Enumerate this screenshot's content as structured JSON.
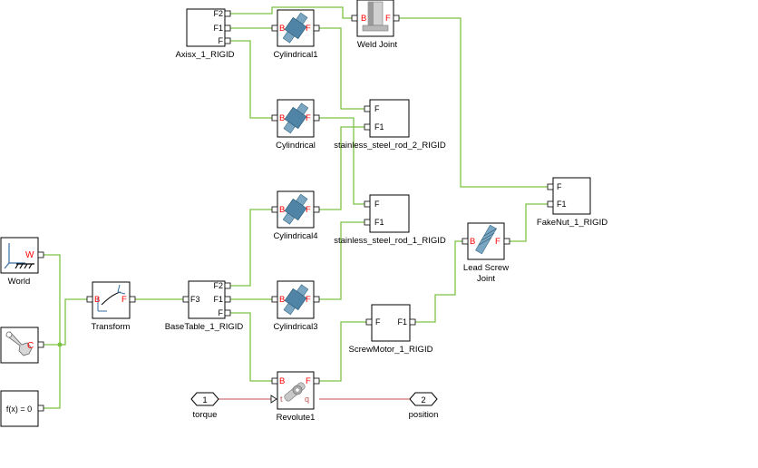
{
  "colors": {
    "physical_wire": "#7dc243",
    "signal_wire": "#c0504d",
    "block_border": "#000000",
    "port_red": "#ff0000",
    "joint_body": "#5b8fb0"
  },
  "blocks": {
    "world": {
      "label": "World",
      "port_w": "W",
      "icon": "world-frame-icon"
    },
    "solver": {
      "label": "",
      "port_c": "C",
      "icon": "wrench-icon"
    },
    "fx": {
      "text": "f(x) = 0"
    },
    "transform": {
      "label": "Transform",
      "port_b": "B",
      "port_f": "F",
      "icon": "transform-axes-icon"
    },
    "basetable": {
      "label": "BaseTable_1_RIGID",
      "p_f3": "F3",
      "p_f2": "F2",
      "p_f1": "F1",
      "p_f": "F"
    },
    "axisx": {
      "label": "Axisx_1_RIGID",
      "p_f2": "F2",
      "p_f1": "F1",
      "p_f": "F"
    },
    "cyl1": {
      "label": "Cylindrical1",
      "port_b": "B",
      "port_f": "F"
    },
    "cyl": {
      "label": "Cylindrical",
      "port_b": "B",
      "port_f": "F"
    },
    "cyl4": {
      "label": "Cylindrical4",
      "port_b": "B",
      "port_f": "F"
    },
    "cyl3": {
      "label": "Cylindrical3",
      "port_b": "B",
      "port_f": "F"
    },
    "weld": {
      "label": "Weld Joint",
      "port_b": "B",
      "port_f": "F"
    },
    "rod2": {
      "label": "stainless_steel_rod_2_RIGID",
      "p_f": "F",
      "p_f1": "F1"
    },
    "rod1": {
      "label": "stainless_steel_rod_1_RIGID",
      "p_f": "F",
      "p_f1": "F1"
    },
    "screwmotor": {
      "label": "ScrewMotor_1_RIGID",
      "p_f": "F",
      "p_f1": "F1"
    },
    "leadscrew": {
      "label_line1": "Lead Screw",
      "label_line2": "Joint",
      "port_b": "B",
      "port_f": "F"
    },
    "fakenut": {
      "label": "FakeNut_1_RIGID",
      "p_f": "F",
      "p_f1": "F1"
    },
    "revolute": {
      "label": "Revolute1",
      "port_b": "B",
      "port_f": "F",
      "port_t": "t",
      "port_q": "q"
    },
    "inport": {
      "number": "1",
      "label": "torque"
    },
    "outport": {
      "number": "2",
      "label": "position"
    }
  }
}
